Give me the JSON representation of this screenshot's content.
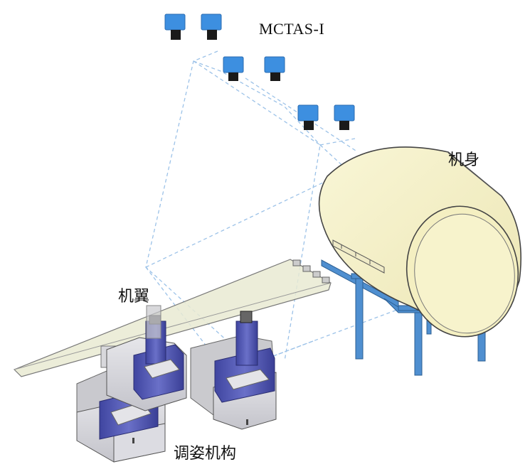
{
  "labels": {
    "system": "MCTAS-I",
    "fuselage": "机身",
    "wing": "机翼",
    "positioner": "调姿机构"
  },
  "colors": {
    "camera_body": "#3d8fe0",
    "camera_lens": "#1a1a1a",
    "fov_line": "#9cc2e8",
    "fuselage_fill": "#f6f2c4",
    "fuselage_stroke": "#444444",
    "support_stand": "#4f8fd0",
    "wing_fill": "#e9ead2",
    "positioner_blue": "#4e54b0",
    "positioner_gray": "#d4d4d8"
  },
  "icons": [
    "camera-icon"
  ]
}
